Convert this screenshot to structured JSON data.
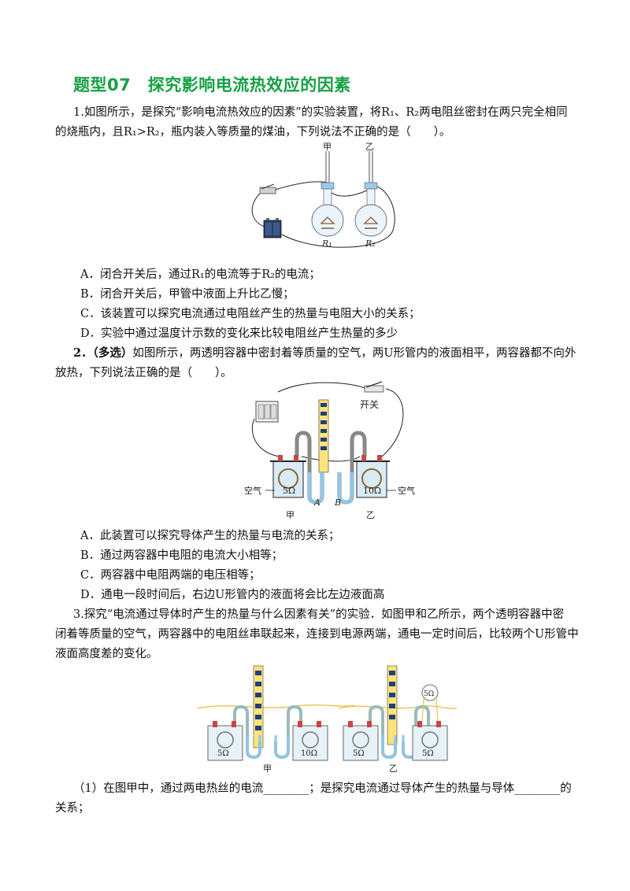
{
  "section": {
    "title": "题型07　探究影响电流热效应的因素"
  },
  "q1": {
    "stem_line1": "1.如图所示，是探究“影响电流热效应的因素”的实验装置，将R₁、R₂两电阻丝密封在两只完全相同",
    "stem_line2": "的烧瓶内，且R₁>R₂，瓶内装入等质量的煤油，下列说法不正确的是（　　）。",
    "figure": {
      "label_jia": "甲",
      "label_yi": "乙",
      "label_r1": "R₁",
      "label_r2": "R₂"
    },
    "options": [
      "A．闭合开关后，通过R₁的电流等于R₂的电流；",
      "B．闭合开关后，甲管中液面上升比乙慢；",
      "C．该装置可以探究电流通过电阻丝产生的热量与电阻大小的关系；",
      "D．实验中通过温度计示数的变化来比较电阻丝产生热量的多少"
    ]
  },
  "q2": {
    "number": "2．（多选）",
    "stem_line1_rest": "如图所示，两透明容器中密封着等质量的空气，两U形管内的液面相平，两容器都不向外",
    "stem_line2": "放热，下列说法正确的是（　　）。",
    "figure": {
      "switch_label": "开关",
      "air_left": "空气",
      "air_right": "空气",
      "r_left": "5Ω",
      "r_right": "10Ω",
      "label_a": "A",
      "label_b": "B",
      "label_jia": "甲",
      "label_yi": "乙"
    },
    "options": [
      "A．此装置可以探究导体产生的热量与电流的关系；",
      "B．通过两容器中电阻的电流大小相等；",
      "C．两容器中电阻两端的电压相等；",
      "D．通电一段时间后，右边U形管内的液面将会比左边液面高"
    ]
  },
  "q3": {
    "stem_line1": "3.探究“电流通过导体时产生的热量与什么因素有关”的实验．如图甲和乙所示，两个透明容器中密",
    "stem_line2": "闭着等质量的空气，两容器中的电阻丝串联起来，连接到电源两端，通电一定时间后，比较两个U形管中",
    "stem_line3": "液面高度差的变化。",
    "figure": {
      "jia": {
        "r_left": "5Ω",
        "r_right": "10Ω",
        "label": "甲"
      },
      "yi": {
        "r_left": "5Ω",
        "r_right": "5Ω",
        "r_top": "5Ω",
        "label": "乙"
      }
    },
    "sub1_line1": "（1）在图甲中，通过两电热丝的电流________；是探究电流通过导体产生的热量与导体________的",
    "sub1_line2": "关系；"
  }
}
